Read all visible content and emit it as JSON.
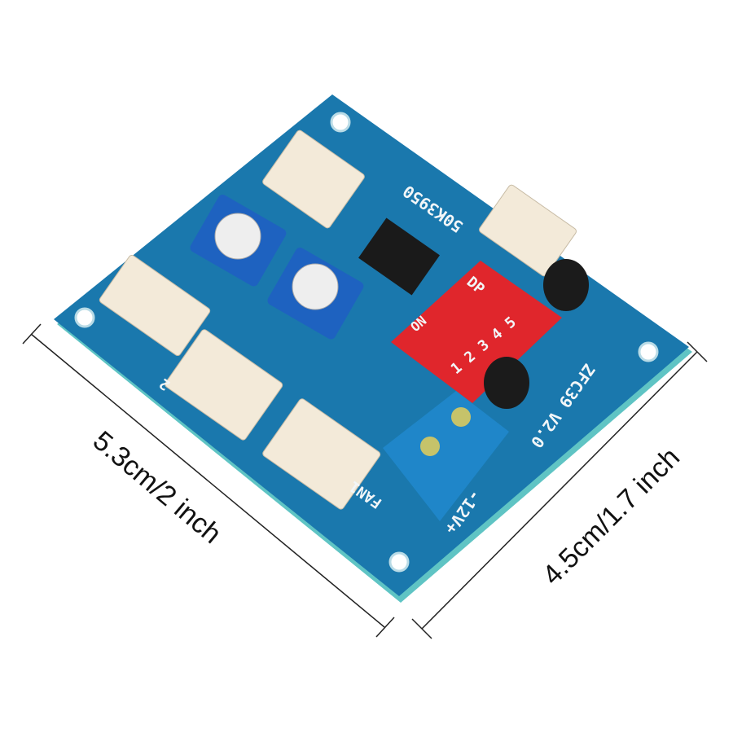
{
  "dimensions": {
    "length_label": "5.3cm/2 inch",
    "width_label": "4.5cm/1.7 inch"
  },
  "board": {
    "model_label": "ZFC39 V2.0",
    "fan_label": "FAN1",
    "fan2_label": "2",
    "power_label": "-12V+",
    "switch_dp_label": "DP",
    "switch_on_label": "ON",
    "switch_numbers": "1 2 3 4 5",
    "sensor_label": "50K3950"
  },
  "colors": {
    "pcb": "#1a78ad",
    "pcb_edge": "#5fc4c4",
    "dip_switch": "#e0262c",
    "terminal_block": "#1f86c9",
    "connector": "#f3ead9",
    "background": "#ffffff"
  }
}
